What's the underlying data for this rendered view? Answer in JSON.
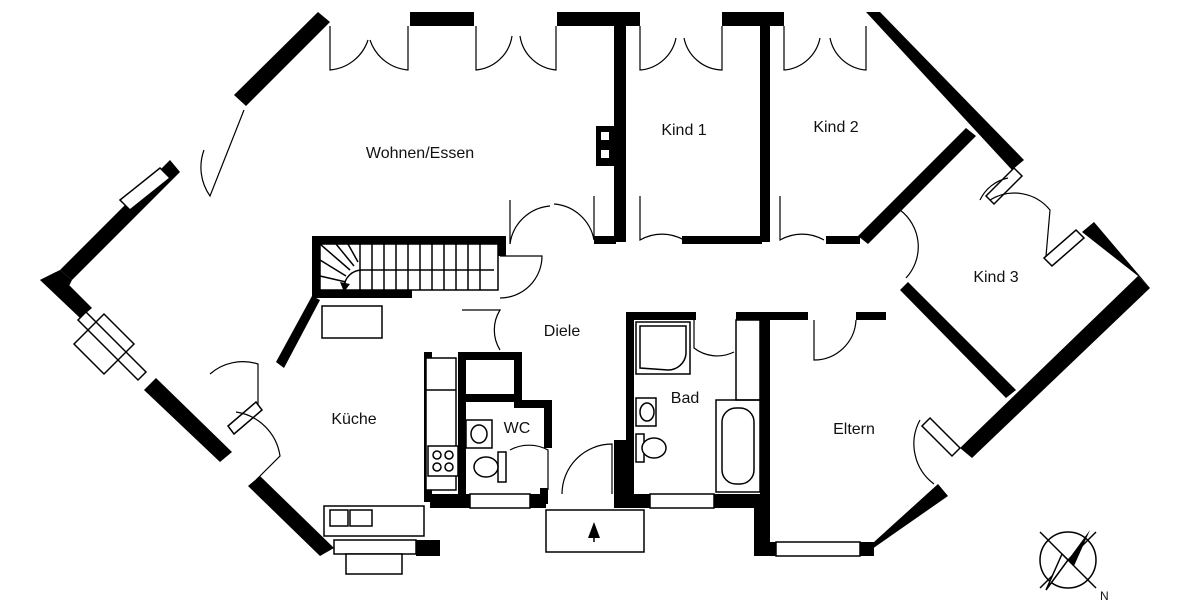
{
  "plan": {
    "rooms": {
      "wohnen": "Wohnen/Essen",
      "kind1": "Kind 1",
      "kind2": "Kind 2",
      "kind3": "Kind 3",
      "diele": "Diele",
      "bad": "Bad",
      "wc": "WC",
      "kueche": "Küche",
      "eltern": "Eltern"
    },
    "compass": {
      "label": "N"
    },
    "colors": {
      "wall": "#000000",
      "background": "#ffffff"
    }
  }
}
